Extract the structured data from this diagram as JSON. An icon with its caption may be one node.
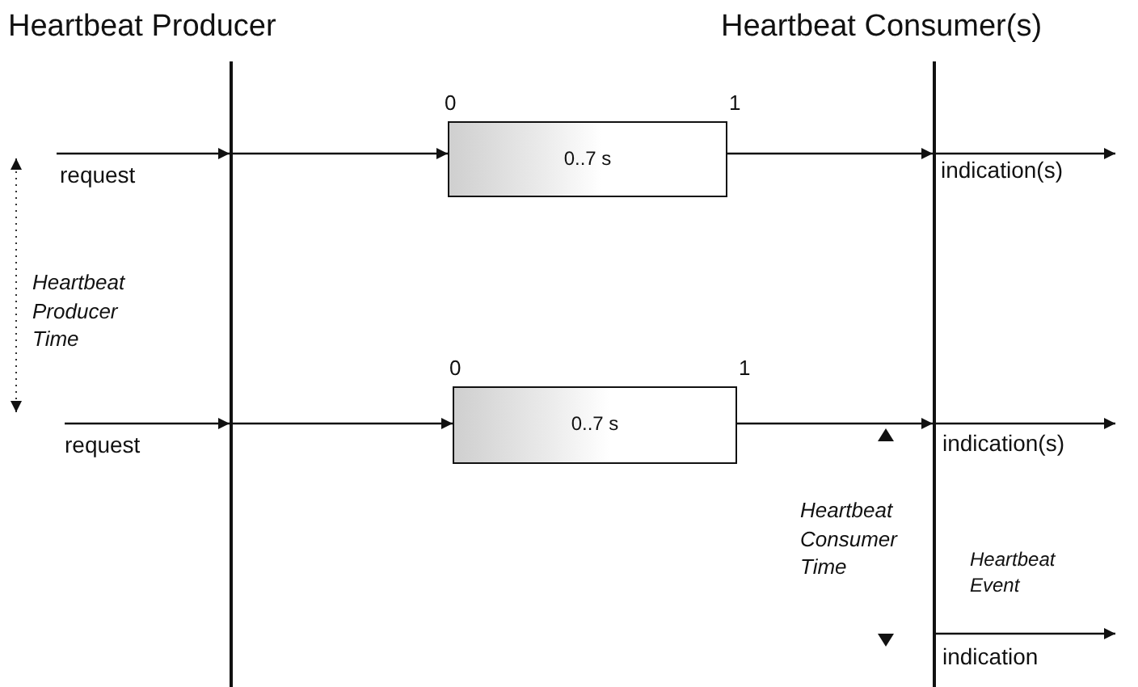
{
  "diagram": {
    "nodes": [
      {
        "text": [],
        "shape": "line"
      },
      {
        "text": [],
        "shape": "line"
      },
      {
        "text": [
          "0..7 s"
        ],
        "beside": [
          "0",
          "1"
        ]
      },
      {
        "text": [
          "0..7 s"
        ],
        "beside": [
          "0",
          "1"
        ]
      }
    ],
    "edges": [
      {
        "from": null,
        "to": 0,
        "arrow": "to",
        "label": "request"
      },
      {
        "from": 0,
        "to": 2,
        "arrow": "to"
      },
      {
        "from": 2,
        "to": 1,
        "arrow": "to"
      },
      {
        "from": 1,
        "to": null,
        "arrow": "to",
        "label": "indication(s)"
      },
      {
        "from": null,
        "to": 0,
        "arrow": "to",
        "label": "request"
      },
      {
        "from": 0,
        "to": 3,
        "arrow": "to"
      },
      {
        "from": 3,
        "to": 1,
        "arrow": "to"
      },
      {
        "from": 1,
        "to": null,
        "arrow": "to",
        "label": "indication(s)"
      },
      {
        "from": 1,
        "to": null,
        "arrow": "to",
        "label": "indication"
      }
    ],
    "labels": [
      "Heartbeat Producer",
      "Heartbeat Consumer(s)",
      "Heartbeat Producer Time",
      "Heartbeat Consumer Time",
      "Heartbeat Event"
    ]
  }
}
